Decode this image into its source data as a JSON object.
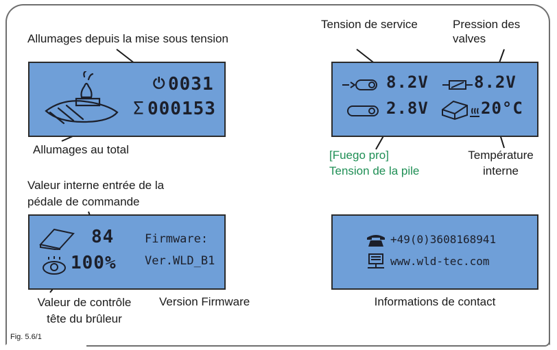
{
  "figure_label": "Fig. 5.6/1",
  "panel_top_left": {
    "caption_top": "Allumages depuis la mise sous tension",
    "caption_bottom": "Allumages au total",
    "since_power_on_count": "0031",
    "total_count": "000153",
    "power_symbol": "⏻",
    "sum_symbol": "Σ",
    "icon": "burner-illustration-icon"
  },
  "panel_top_right": {
    "caption_service_voltage": "Tension de service",
    "caption_valve_pressure": "Pression des valves",
    "caption_battery": "[Fuego pro]\nTension de la pile",
    "caption_temperature": "Température\ninterne",
    "service_voltage": "8.2V",
    "valve_voltage": "8.2V",
    "battery_voltage": "2.8V",
    "temperature": "20°C",
    "accent_color": "#1f8f55"
  },
  "panel_bottom_left": {
    "caption_top": "Valeur interne entrée de la\npédale de commande",
    "caption_control": "Valeur de contrôle\ntête du brûleur",
    "caption_firmware": "Version Firmware",
    "pedal_value": "84",
    "control_value": "100%",
    "firmware_label": "Firmware:",
    "firmware_version": "Ver.WLD_B1"
  },
  "panel_bottom_right": {
    "caption": "Informations de contact",
    "phone": "+49(0)3608168941",
    "website": "www.wld-tec.com"
  },
  "lcd_color": "#6f9fd8"
}
